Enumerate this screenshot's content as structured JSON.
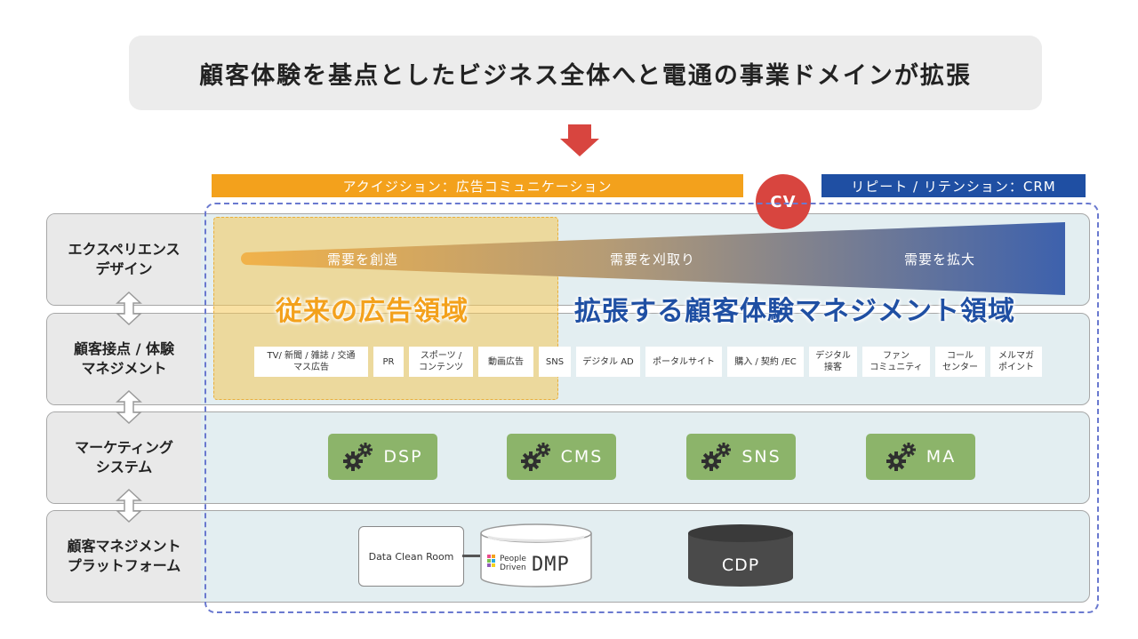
{
  "title": "顧客体験を基点としたビジネス全体へと電通の事業ドメインが拡張",
  "bars": {
    "acquisition": "アクイジション：広告コミュニケーション",
    "repeat": "リピート / リテンション：CRM",
    "cv": "CV"
  },
  "rows": [
    {
      "label": "エクスペリエンス\nデザイン"
    },
    {
      "label": "顧客接点 / 体験\nマネジメント"
    },
    {
      "label": "マーケティング\nシステム"
    },
    {
      "label": "顧客マネジメント\nプラットフォーム"
    }
  ],
  "demand": {
    "create": "需要を創造",
    "harvest": "需要を刈取り",
    "expand": "需要を拡大"
  },
  "areas": {
    "traditional": "従来の広告領域",
    "expanded": "拡張する顧客体験マネジメント領域"
  },
  "touchpoints": [
    "TV/ 新聞 / 雑誌 / 交通\nマス広告",
    "PR",
    "スポーツ /\nコンテンツ",
    "動画広告",
    "SNS",
    "デジタル AD",
    "ポータルサイト",
    "購入 / 契約 /EC",
    "デジタル\n接客",
    "ファン\nコミュニティ",
    "コール\nセンター",
    "メルマガ\nポイント"
  ],
  "systems": [
    "DSP",
    "CMS",
    "SNS",
    "MA"
  ],
  "platform": {
    "data_clean_room": "Data Clean Room",
    "dmp_small_line1": "People",
    "dmp_small_line2": "Driven",
    "dmp_big": "DMP",
    "cdp": "CDP"
  },
  "colors": {
    "orange": "#f3a11c",
    "blue": "#1f4fa3",
    "cv_red": "#d8453f",
    "system_green": "#8cb46a",
    "cdp_dark": "#4a4a4a"
  }
}
